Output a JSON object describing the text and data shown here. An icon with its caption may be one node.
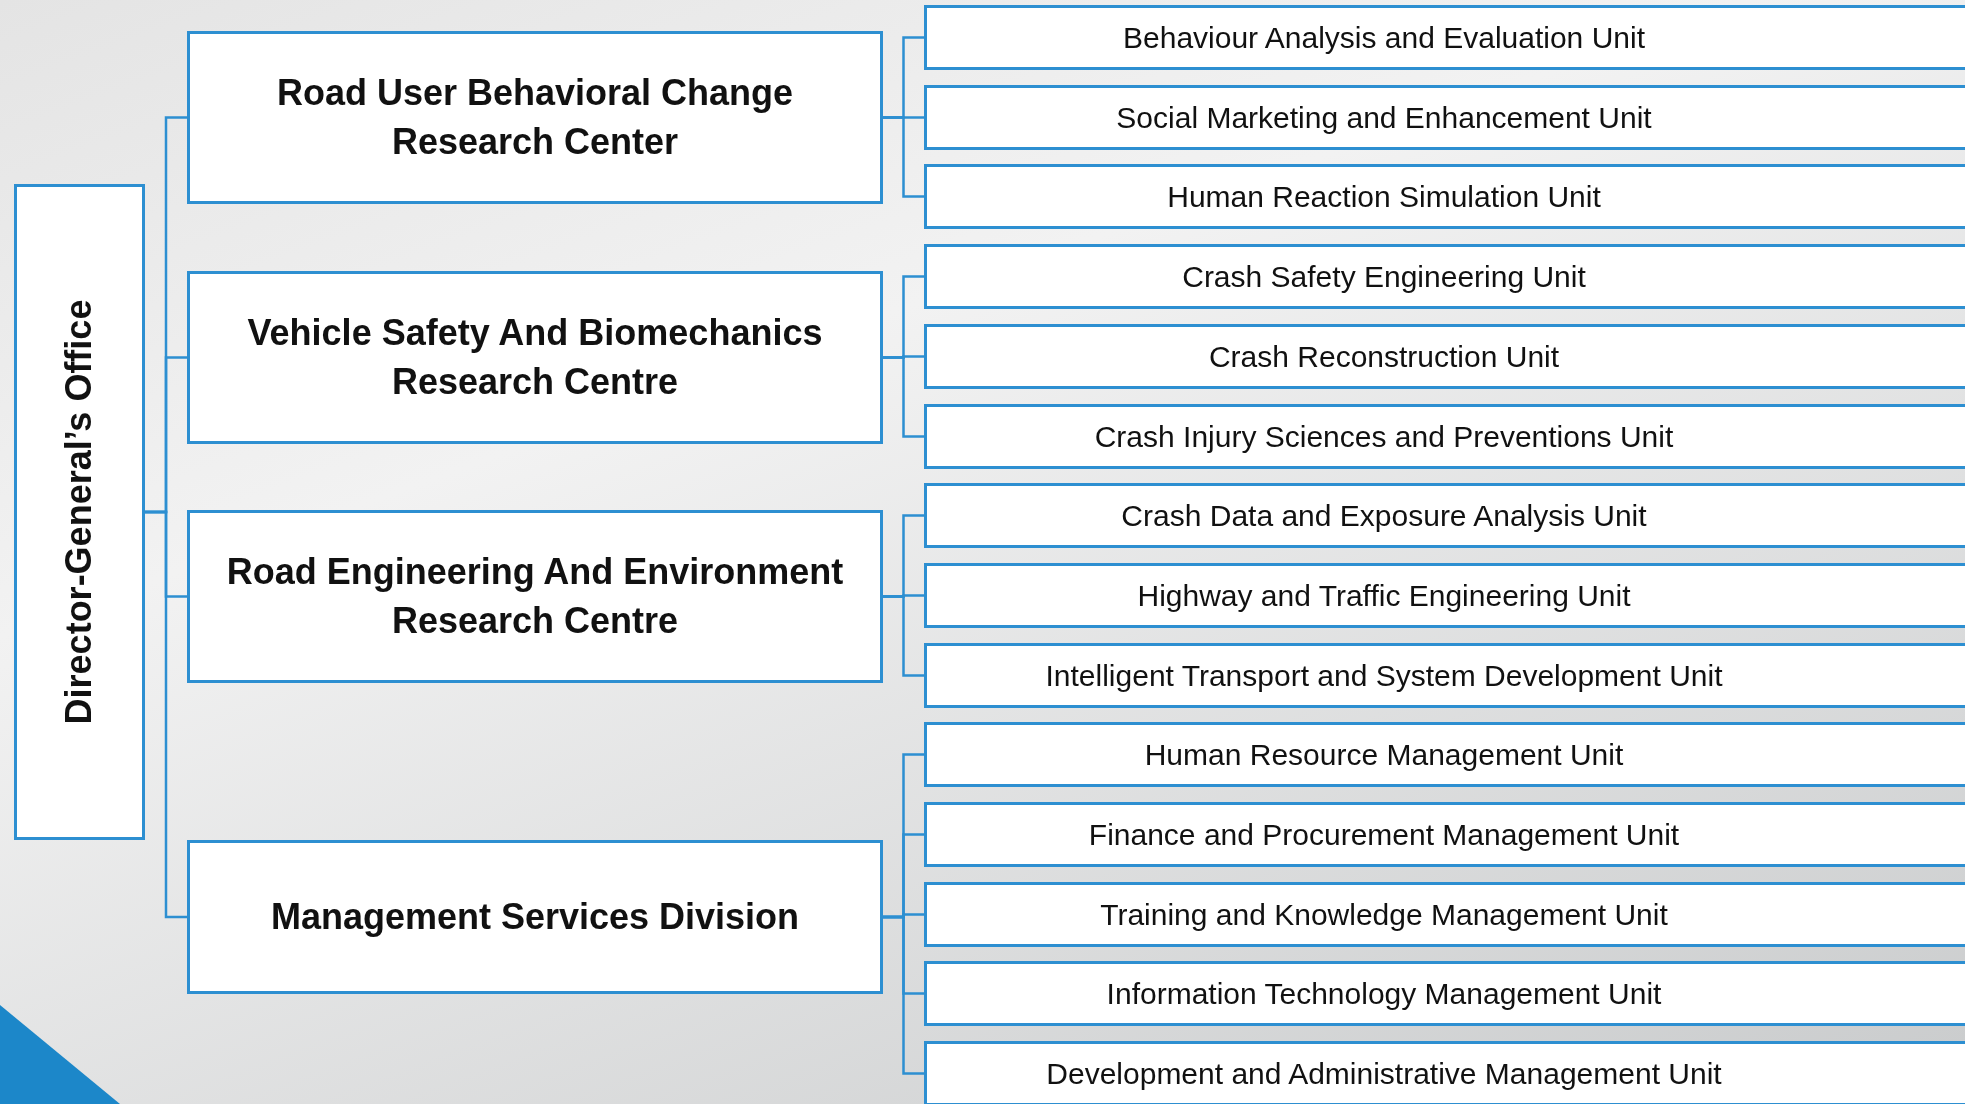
{
  "diagram": {
    "nodes": [
      {
        "text": [
          "Director-General’s Office"
        ]
      },
      {
        "text": [
          "Road User Behavioral Change Research Center"
        ]
      },
      {
        "text": [
          "Vehicle Safety And Biomechanics Research Centre"
        ]
      },
      {
        "text": [
          "Road Engineering And Environment Research Centre"
        ]
      },
      {
        "text": [
          "Management Services Division"
        ]
      },
      {
        "text": [
          "Behaviour Analysis and Evaluation Unit"
        ]
      },
      {
        "text": [
          "Social Marketing and Enhancement Unit"
        ]
      },
      {
        "text": [
          "Human Reaction Simulation Unit"
        ]
      },
      {
        "text": [
          "Crash Safety Engineering Unit"
        ]
      },
      {
        "text": [
          "Crash Reconstruction Unit"
        ]
      },
      {
        "text": [
          "Crash Injury Sciences and Preventions Unit"
        ]
      },
      {
        "text": [
          "Crash Data and Exposure Analysis Unit"
        ]
      },
      {
        "text": [
          "Highway and Traffic Engineering Unit"
        ]
      },
      {
        "text": [
          "Intelligent Transport and System Development Unit"
        ]
      },
      {
        "text": [
          "Human Resource Management Unit"
        ]
      },
      {
        "text": [
          "Finance and Procurement Management Unit"
        ]
      },
      {
        "text": [
          "Training and Knowledge Management Unit"
        ]
      },
      {
        "text": [
          "Information Technology  Management Unit"
        ]
      },
      {
        "text": [
          "Development and Administrative Management Unit"
        ]
      }
    ],
    "edges": [
      {
        "from": 0,
        "to": 1,
        "arrow": "none"
      },
      {
        "from": 0,
        "to": 2,
        "arrow": "none"
      },
      {
        "from": 0,
        "to": 3,
        "arrow": "none"
      },
      {
        "from": 0,
        "to": 4,
        "arrow": "none"
      },
      {
        "from": 1,
        "to": 5,
        "arrow": "none"
      },
      {
        "from": 1,
        "to": 6,
        "arrow": "none"
      },
      {
        "from": 1,
        "to": 7,
        "arrow": "none"
      },
      {
        "from": 2,
        "to": 8,
        "arrow": "none"
      },
      {
        "from": 2,
        "to": 9,
        "arrow": "none"
      },
      {
        "from": 2,
        "to": 10,
        "arrow": "none"
      },
      {
        "from": 3,
        "to": 11,
        "arrow": "none"
      },
      {
        "from": 3,
        "to": 12,
        "arrow": "none"
      },
      {
        "from": 3,
        "to": 13,
        "arrow": "none"
      },
      {
        "from": 4,
        "to": 14,
        "arrow": "none"
      },
      {
        "from": 4,
        "to": 15,
        "arrow": "none"
      },
      {
        "from": 4,
        "to": 16,
        "arrow": "none"
      },
      {
        "from": 4,
        "to": 17,
        "arrow": "none"
      },
      {
        "from": 4,
        "to": 18,
        "arrow": "none"
      }
    ]
  }
}
